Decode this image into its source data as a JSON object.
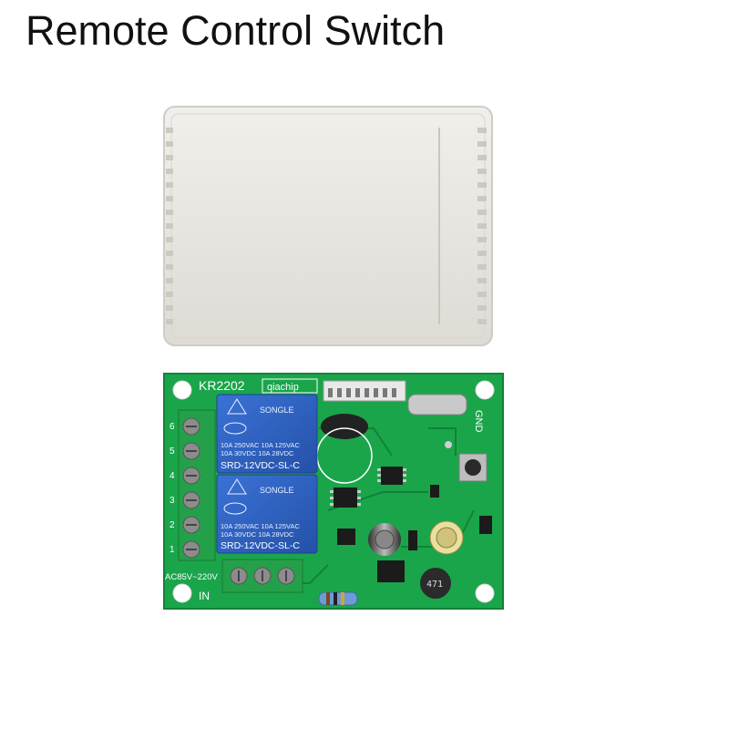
{
  "title": "Remote Control Switch",
  "board": {
    "model": "KR2202",
    "maker_tag": "qiachip",
    "gnd_label": "GND",
    "ac_label": "AC85V~220V",
    "in_label": "IN",
    "terminal_numbers": [
      "6",
      "5",
      "4",
      "3",
      "2",
      "1"
    ],
    "relays": [
      {
        "brand": "SONGLE",
        "rating_l1": "10A 250VAC  10A 125VAC",
        "rating_l2": "10A  30VDC  10A  28VDC",
        "model": "SRD-12VDC-SL-C"
      },
      {
        "brand": "SONGLE",
        "rating_l1": "10A 250VAC  10A 125VAC",
        "rating_l2": "10A  30VDC  10A  28VDC",
        "model": "SRD-12VDC-SL-C"
      }
    ],
    "inductor_code": "471"
  },
  "colors": {
    "pcb": "#1aa54a",
    "pcb_dark": "#13823a",
    "relay": "#2f63c4",
    "terminal": "#25a04a",
    "enclosure": "#ebe9e4"
  }
}
